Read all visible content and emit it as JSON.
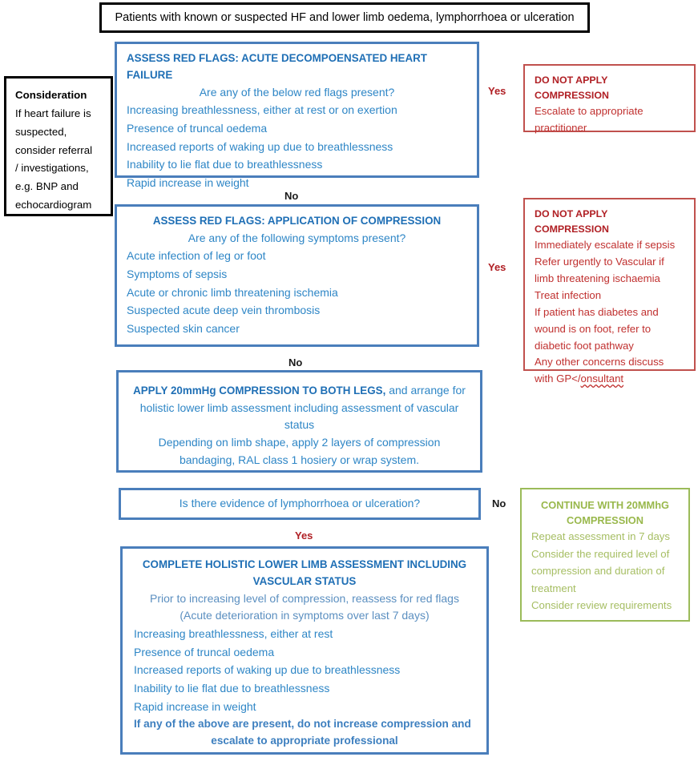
{
  "title_box": {
    "text": "Patients with known or suspected HF and lower limb oedema, lymphorrhoea or ulceration"
  },
  "consideration": {
    "heading": "Consideration",
    "lines": [
      "If heart failure is",
      "suspected,",
      "consider referral",
      "/ investigations,",
      "e.g. BNP and",
      "echocardiogram"
    ]
  },
  "box_hf": {
    "heading": "ASSESS RED FLAGS: ACUTE DECOMPOENSATED HEART FAILURE",
    "subheading": "Are any of the below red flags present?",
    "items": [
      "Increasing breathlessness, either at rest or on exertion",
      "Presence of truncal oedema",
      "Increased reports of waking up due to breathlessness",
      "Inability to lie flat due to breathlessness",
      "Rapid increase in weight"
    ]
  },
  "box_compress": {
    "heading": "ASSESS RED FLAGS: APPLICATION OF COMPRESSION",
    "subheading": "Are any of the following symptoms present?",
    "items": [
      "Acute infection of leg or foot",
      "Symptoms of sepsis",
      "Acute or chronic limb threatening ischemia",
      "Suspected acute deep vein thrombosis",
      "Suspected skin cancer"
    ]
  },
  "box_apply": {
    "heading": "APPLY 20mmHg COMPRESSION TO BOTH LEGS,",
    "heading_tail": " and arrange for",
    "lines": [
      "holistic lower limb assessment including assessment of vascular",
      "status",
      "Depending on limb shape, apply 2 layers of compression",
      "bandaging, RAL class 1 hosiery or wrap system."
    ]
  },
  "box_question": {
    "text": "Is there evidence of lymphorrhoea or ulceration?"
  },
  "box_final": {
    "heading_line_1": "COMPLETE HOLISTIC LOWER LIMB ASSESSMENT INCLUDING",
    "heading_line_2": "VASCULAR STATUS",
    "muted_lines": [
      "Prior to increasing level of compression, reassess for red flags",
      "(Acute deterioration in symptoms over last 7 days)"
    ],
    "items": [
      "Increasing breathlessness, either at rest",
      "Presence of truncal oedema",
      "Increased reports of waking up due to breathlessness",
      "Inability to lie flat due to breathlessness",
      "Rapid increase in weight"
    ],
    "footer_line_1": "If any of the above are present, do not increase compression and",
    "footer_line_2": "escalate to appropriate professional"
  },
  "box_red_1": {
    "heading": "DO NOT APPLY COMPRESSION",
    "items": [
      "Escalate to appropriate",
      "practitioner"
    ]
  },
  "box_red_2": {
    "heading": "DO NOT APPLY COMPRESSION",
    "items": [
      "Immediately escalate if sepsis",
      "Refer urgently to Vascular if",
      "limb threatening ischaemia",
      "Treat infection",
      "If patient has diabetes and",
      "wound is on foot, refer to",
      "diabetic foot pathway",
      "Any other concerns discuss"
    ],
    "last_line_prefix": "with GP</",
    "last_line_misspelled": "onsultant"
  },
  "box_green": {
    "heading_line_1": "CONTINUE WITH 20MMhG",
    "heading_line_2": "COMPRESSION",
    "items": [
      "Repeat assessment in 7 days",
      "Consider the required level of",
      "compression and duration of",
      "treatment",
      "Consider review requirements"
    ]
  },
  "branches": {
    "yes_1": "Yes",
    "no_1": "No",
    "yes_2": "Yes",
    "no_2": "No",
    "no_3": "No",
    "yes_3": "Yes"
  },
  "colors": {
    "blue_border": "#4A7EBB",
    "blue_heading": "#1F6FB5",
    "blue_text": "#2E86C6",
    "blue_muted": "#5B8FC0",
    "red_border": "#C0504D",
    "red_heading": "#B01F24",
    "red_text": "#C0302F",
    "green_border": "#9BBB59",
    "green_heading": "#99B84C",
    "green_text": "#A6BE63",
    "black": "#000000"
  }
}
